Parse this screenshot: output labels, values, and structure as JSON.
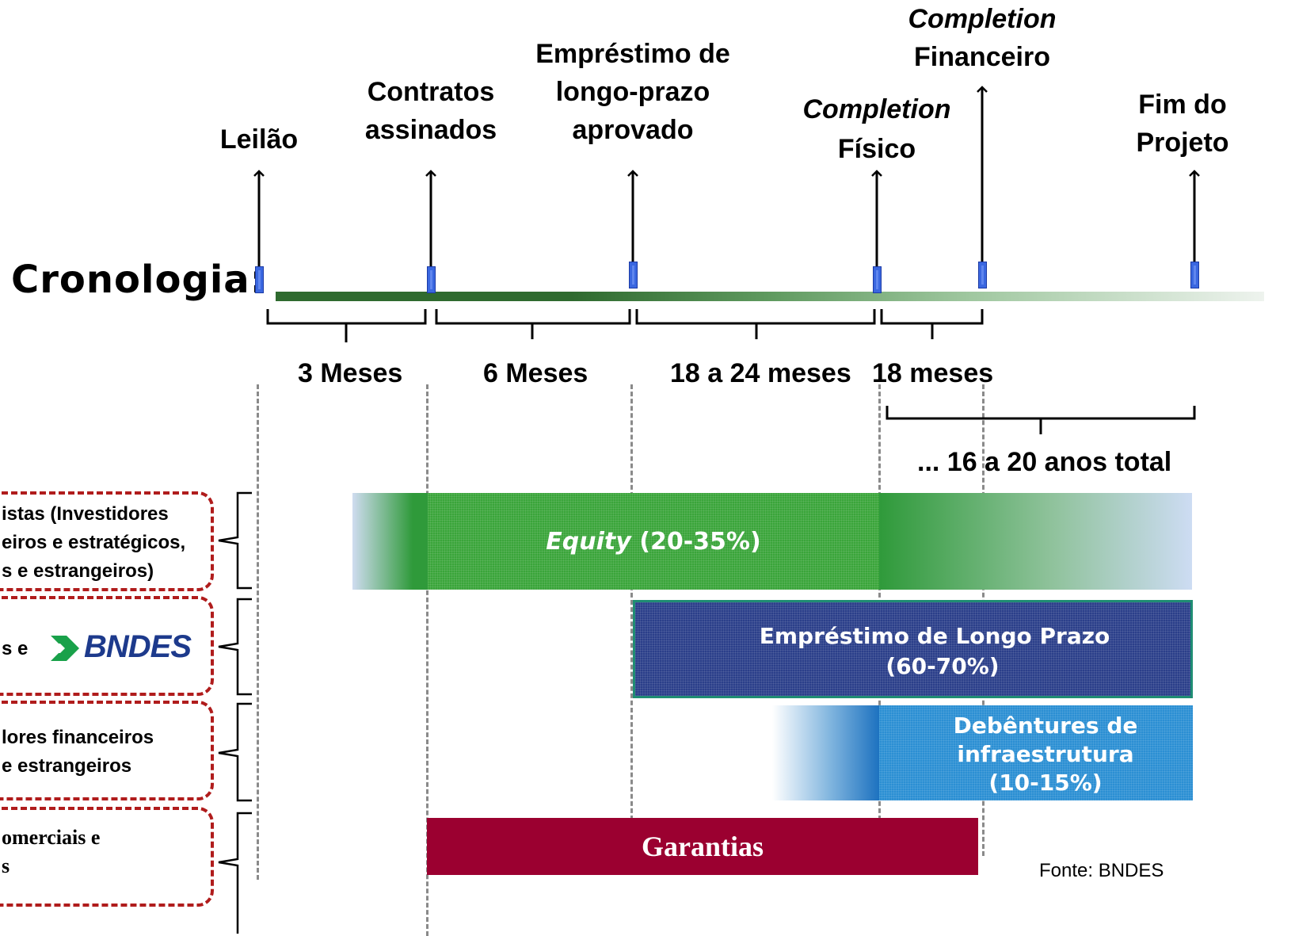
{
  "title": "Cronologia:",
  "milestones": [
    {
      "lines": [
        "Leilão"
      ]
    },
    {
      "lines": [
        "Contratos",
        "assinados"
      ]
    },
    {
      "lines": [
        "Empréstimo de",
        "longo-prazo",
        "aprovado"
      ]
    },
    {
      "italic_line": "Completion",
      "lines": [
        "Físico"
      ]
    },
    {
      "italic_line": "Completion",
      "lines": [
        "Financeiro"
      ]
    },
    {
      "lines": [
        "Fim do",
        "Projeto"
      ]
    }
  ],
  "durations": [
    "3 Meses",
    "6 Meses",
    "18 a 24 meses",
    "18 meses"
  ],
  "total_duration": "... 16 a 20 anos total",
  "row_labels": [
    [
      "istas (Investidores",
      "eiros e estratégicos,",
      "s e estrangeiros)"
    ],
    [
      "s e"
    ],
    [
      "lores financeiros",
      "e estrangeiros"
    ],
    [
      "omerciais e",
      "s"
    ]
  ],
  "bndes_logo_text": "BNDES",
  "bands": {
    "equity_label": "Equity",
    "equity_range": "(20-35%)",
    "loan_line1": "Empréstimo de Longo Prazo",
    "loan_line2": "(60-70%)",
    "debentures_line1": "Debêntures de",
    "debentures_line2": "infraestrutura",
    "debentures_line3": "(10-15%)",
    "guarantees": "Garantias"
  },
  "source": "Fonte: BNDES",
  "colors": {
    "timeline_dark": "#2f6a2f",
    "equity_green": "#3aa53a",
    "loan_navy": "#2b3f8a",
    "debentures_blue": "#2b8fd3",
    "guarantees_maroon": "#9b0030",
    "label_border": "#b01c1c",
    "marker_blue": "#3a67e0"
  }
}
